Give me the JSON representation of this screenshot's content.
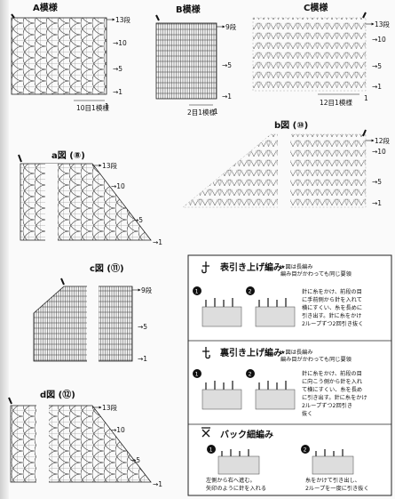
{
  "swatches": {
    "a": {
      "title": "A模様",
      "repeat": "10目1模様",
      "rows": [
        "13段",
        "→10",
        "→5",
        "→1"
      ],
      "marks": [
        "1"
      ]
    },
    "b": {
      "title": "B模様",
      "repeat": "2目1模様",
      "rows": [
        "9段",
        "→5",
        "→1"
      ],
      "marks": [
        "1"
      ]
    },
    "c": {
      "title": "C模様",
      "repeat": "12目1模様",
      "rows": [
        "13段",
        "→10",
        "→5",
        "→1"
      ],
      "marks": [
        "1"
      ]
    }
  },
  "charts": {
    "a": {
      "title": "a図 (⑧)",
      "rows": [
        "13段",
        "→10",
        "→5",
        "→1"
      ]
    },
    "b": {
      "title": "b図 (⑩)",
      "rows": [
        "12段",
        "→10",
        "→5",
        "→1"
      ]
    },
    "c": {
      "title": "c図 (⑪)",
      "rows": [
        "9段",
        "→5",
        "→1"
      ]
    },
    "d": {
      "title": "d図 (⑫)",
      "rows": [
        "13段",
        "→10",
        "→5",
        "→1"
      ]
    }
  },
  "legend": {
    "front_post": {
      "name": "表引き上げ編み",
      "note1": "★図は長編み",
      "note2": "編み目がかわっても同じ要領",
      "desc": [
        "針に糸をかけ、前段の目",
        "に手前側から針を入れて",
        "横にすくい、糸を長めに",
        "引き出す。針に糸をかけ",
        "2ループずつ2回引き抜く"
      ]
    },
    "back_post": {
      "name": "裏引き上げ編み",
      "note1": "★図は長編み",
      "note2": "編み目がかわっても同じ要領",
      "desc": [
        "針に糸をかけ、前段の目",
        "に向こう側から針を入れ",
        "て横にすくい、糸を長め",
        "に引き出す。針に糸をかけ",
        "2ループずつ2回引き",
        "抜く"
      ]
    },
    "reverse_sc": {
      "name": "バック細編み",
      "cap1": [
        "左側から右へ進む。",
        "矢印のように針を入れる"
      ],
      "cap2": [
        "糸をかけて引き出し、",
        "2ループを一度に引き抜く"
      ]
    },
    "step_numbers": [
      "1",
      "2"
    ]
  }
}
